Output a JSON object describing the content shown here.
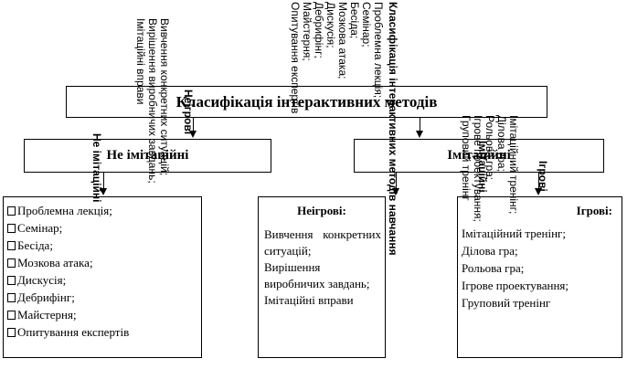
{
  "title": "Класифікація інтерактивних методів",
  "categories": {
    "left": "Не імітаційні",
    "right": "Імітаційні"
  },
  "groups": {
    "non_imitation": {
      "items": [
        "Проблемна лекція;",
        "Семінар;",
        "Бесіда;",
        "Мозкова атака;",
        "Дискусія;",
        "Дебрифінг;",
        "Майстерня;",
        "Опитування експертів"
      ]
    },
    "non_game": {
      "heading": "Неігрові:",
      "lines": [
        "Вивчення конкретних ситуацій;",
        "Вирішення виробничих завдань;",
        "Імітаційні вправи"
      ]
    },
    "game": {
      "heading": "Ігрові:",
      "items": [
        "Імітаційний тренінг;",
        "Ділова гра;",
        "Рольова гра;",
        "Ігрове проектування;",
        "Груповий тренінг"
      ]
    }
  },
  "rotated_overlay": {
    "col_a": [
      "Вивчення конкретних ситуацій;",
      "Вирішення виробничих завдань;",
      "Імітаційні вправи"
    ],
    "col_a_heading": "Неігрові",
    "col_b": "Не імітаційні",
    "col_c": [
      "Проблемна лекція;",
      "Семінар;",
      "Бесіда;",
      "Мозкова атака;",
      "Дискусія;",
      "Дебрифінг;",
      "Майстерня;",
      "Опитування експертів"
    ],
    "col_d": "Класифікація інтерактивних методів навчання",
    "col_e": [
      "Імітаційний тренінг;",
      "Ділова гра;",
      "Рольова гра;",
      "Ігрове проектування;",
      "Груповий тренінг"
    ],
    "col_f": "Імітаційні",
    "col_g": "Ігрові"
  }
}
